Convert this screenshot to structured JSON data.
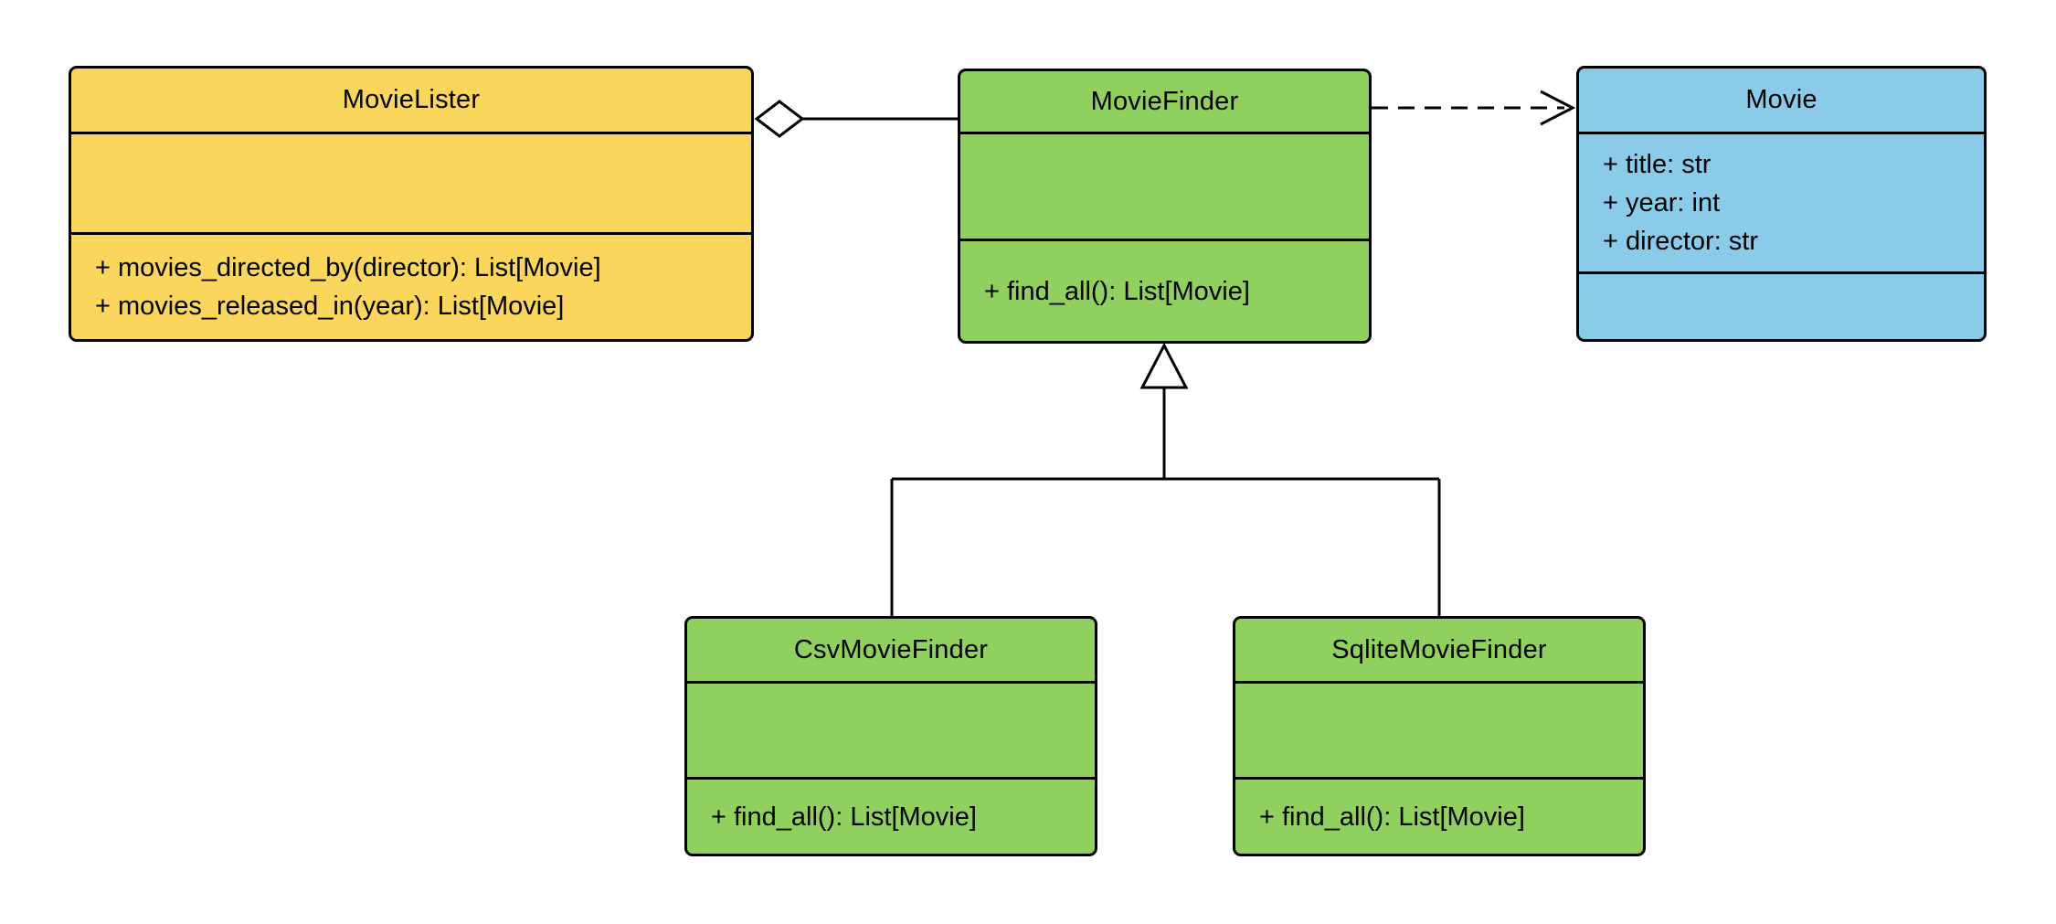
{
  "diagram": {
    "kind": "uml-class-diagram",
    "background": "#ffffff",
    "line_color": "#000000",
    "classes": [
      {
        "name": "MovieLister",
        "fill": "#FBD65D",
        "attributes": [],
        "methods": [
          "+ movies_directed_by(director): List[Movie]",
          "+ movies_released_in(year): List[Movie]"
        ]
      },
      {
        "name": "MovieFinder",
        "fill": "#8FD05F",
        "attributes": [],
        "methods": [
          "+ find_all(): List[Movie]"
        ]
      },
      {
        "name": "Movie",
        "fill": "#8BCBEA",
        "attributes": [
          "+ title: str",
          "+ year: int",
          "+ director: str"
        ],
        "methods": []
      },
      {
        "name": "CsvMovieFinder",
        "fill": "#8FD05F",
        "attributes": [],
        "methods": [
          "+ find_all(): List[Movie]"
        ]
      },
      {
        "name": "SqliteMovieFinder",
        "fill": "#8FD05F",
        "attributes": [],
        "methods": [
          "+ find_all(): List[Movie]"
        ]
      }
    ],
    "relationships": [
      {
        "type": "aggregation",
        "owner": "MovieLister",
        "part": "MovieFinder"
      },
      {
        "type": "dependency",
        "from": "MovieFinder",
        "to": "Movie"
      },
      {
        "type": "inheritance",
        "child": "CsvMovieFinder",
        "parent": "MovieFinder"
      },
      {
        "type": "inheritance",
        "child": "SqliteMovieFinder",
        "parent": "MovieFinder"
      }
    ]
  }
}
